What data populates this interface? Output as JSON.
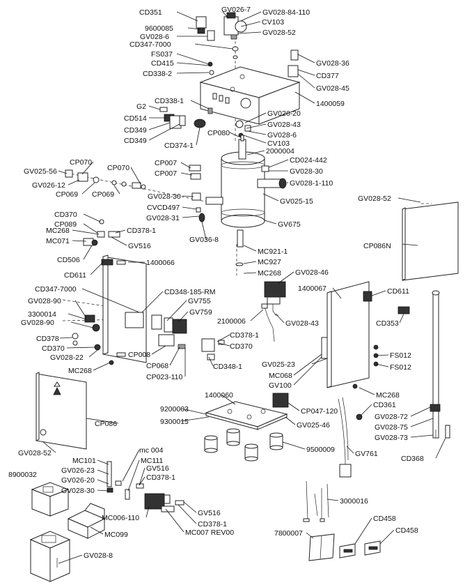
{
  "labels": {
    "cd351": "CD351",
    "gv026_7": "GV026-7",
    "gv028_84_110": "GV028-84-110",
    "n9600085": "9600085",
    "cv103_top": "CV103",
    "gv028_6_top": "GV028-6",
    "gv028_52_top": "GV028-52",
    "cd347_7000_top": "CD347-7000",
    "fs037": "FS037",
    "cd415": "CD415",
    "cd338_2": "CD338-2",
    "gv028_36": "GV028-36",
    "cd377": "CD377",
    "gv028_45": "GV028-45",
    "n1400059": "1400059",
    "cd338_1": "CD338-1",
    "g2": "G2",
    "cd514": "CD514",
    "cd349_a": "CD349",
    "cd349_b": "CD349",
    "cd374_1": "CD374-1",
    "gv026_20_mid": "GV026-20",
    "gv028_43_mid": "GV028-43",
    "cp080": "CP080",
    "gv028_6_mid": "GV028-6",
    "cv103_mid": "CV103",
    "n2000004": "2000004",
    "cd024_442": "CD024-442",
    "gv028_30_tank": "GV028-30",
    "gv028_1_110": "GV028-1-110",
    "cp070_a": "CP070",
    "cp070_b": "CP070",
    "cp007_a": "CP007",
    "cp007_b": "CP007",
    "gv025_56": "GV025-56",
    "gv026_12": "GV026-12",
    "cp069_a": "CP069",
    "cp069_b": "CP069",
    "gv028_30_pipe": "GV028-30",
    "cvcd497": "CVCD497",
    "gv028_31": "GV028-31",
    "gv025_15": "GV025-15",
    "gv028_52_right": "GV028-52",
    "cd370_top": "CD370",
    "cp089": "CP089",
    "mc268_a": "MC268",
    "cd378_1_a": "CD378-1",
    "mc071": "MC071",
    "gv516_a": "GV516",
    "gv036_8": "GV036-8",
    "gv675": "GV675",
    "cp086n": "CP086N",
    "cd506": "CD506",
    "mc921_1": "MC921-1",
    "mc927": "MC927",
    "cd611_left": "CD611",
    "n1400066": "1400066",
    "mc268_b": "MC268",
    "gv028_46": "GV028-46",
    "cd347_7000_mid": "CD347-7000",
    "cd348_185_rm": "CD348-185-RM",
    "n1400067": "1400067",
    "cd611_right": "CD611",
    "gv028_90_a": "GV028-90",
    "gv755": "GV755",
    "n3300014": "3300014",
    "gv759": "GV759",
    "gv028_90_b": "GV028-90",
    "n2100006": "2100006",
    "gv028_43_low": "GV028-43",
    "cd353": "CD353",
    "cd378": "CD378",
    "cd378_1_b": "CD378-1",
    "cd370_low": "CD370",
    "cd370_mid": "CD370",
    "gv028_22": "GV028-22",
    "cp008": "CP008",
    "fs012_a": "FS012",
    "gv025_23": "GV025-23",
    "fs012_b": "FS012",
    "mc268_c": "MC268",
    "cp068": "CP068",
    "cd348_1": "CD348-1",
    "mc068": "MC068",
    "cp023_110": "CP023-110",
    "gv100": "GV100",
    "n1400060": "1400060",
    "mc268_d": "MC268",
    "cd361": "CD361",
    "n9200003": "9200003",
    "cp047_120": "CP047-120",
    "gv028_72": "GV028-72",
    "n9300015": "9300015",
    "gv025_46": "GV025-46",
    "gv028_75": "GV028-75",
    "cp086": "CP086",
    "gv028_73": "GV028-73",
    "n9500009": "9500009",
    "gv028_52_low": "GV028-52",
    "mc004": "mc 004",
    "gv761": "GV761",
    "cd368": "CD368",
    "mc101": "MC101",
    "mc111": "MC111",
    "gv026_23": "GV026-23",
    "gv516_b": "GV516",
    "n8900032": "8900032",
    "gv026_20_low": "GV026-20",
    "cd378_1_c": "CD378-1",
    "gv028_30_low": "GV028-30",
    "n3000016": "3000016",
    "gv516_c": "GV516",
    "mc006_110": "MC006-110",
    "cd378_1_d": "CD378-1",
    "cd458_a": "CD458",
    "mc099": "MC099",
    "mc007_rev00": "MC007 REV00",
    "n7800007": "7800007",
    "cd458_b": "CD458",
    "gv028_8": "GV028-8"
  }
}
